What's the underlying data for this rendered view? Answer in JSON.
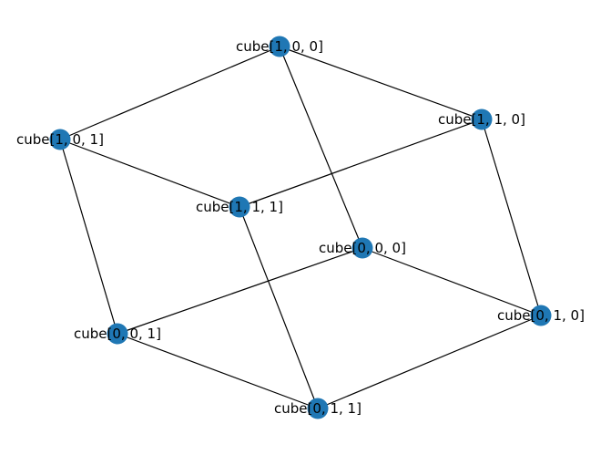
{
  "graph": {
    "node_color": "#1f77b4",
    "edge_color": "#000000",
    "nodes": [
      {
        "id": "100",
        "label": "cube[1, 0, 0]"
      },
      {
        "id": "110",
        "label": "cube[1, 1, 0]"
      },
      {
        "id": "101",
        "label": "cube[1, 0, 1]"
      },
      {
        "id": "111",
        "label": "cube[1, 1, 1]"
      },
      {
        "id": "000",
        "label": "cube[0, 0, 0]"
      },
      {
        "id": "010",
        "label": "cube[0, 1, 0]"
      },
      {
        "id": "001",
        "label": "cube[0, 0, 1]"
      },
      {
        "id": "011",
        "label": "cube[0, 1, 1]"
      }
    ],
    "edges": [
      [
        "100",
        "110"
      ],
      [
        "100",
        "101"
      ],
      [
        "100",
        "000"
      ],
      [
        "110",
        "111"
      ],
      [
        "110",
        "010"
      ],
      [
        "101",
        "111"
      ],
      [
        "101",
        "001"
      ],
      [
        "111",
        "011"
      ],
      [
        "000",
        "010"
      ],
      [
        "000",
        "001"
      ],
      [
        "010",
        "011"
      ],
      [
        "001",
        "011"
      ]
    ]
  }
}
